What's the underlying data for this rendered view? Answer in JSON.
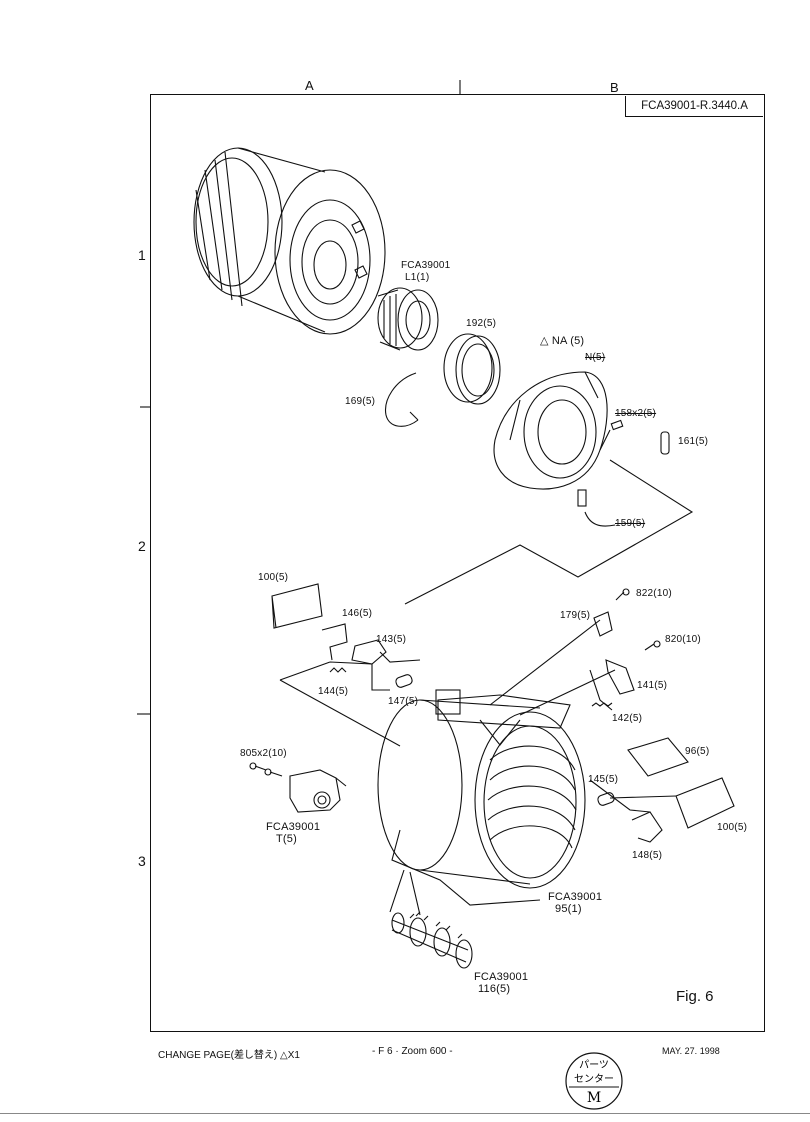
{
  "document_id": "FCA39001-R.3440.A",
  "grid": {
    "columns": [
      "A",
      "B"
    ],
    "rows": [
      "1",
      "2",
      "3"
    ]
  },
  "figure_label": "Fig. 6",
  "parts": {
    "l1_code": "FCA39001",
    "l1_qty": "L1(1)",
    "p192": "192(5)",
    "na": "△ NA (5)",
    "n": "N(5)",
    "p169": "169(5)",
    "p158": "158x2(5)",
    "p161": "161(5)",
    "p159": "159(5)",
    "p100a": "100(5)",
    "p146": "146(5)",
    "p143": "143(5)",
    "p144": "144(5)",
    "p147": "147(5)",
    "p822": "822(10)",
    "p179": "179(5)",
    "p820": "820(10)",
    "p141": "141(5)",
    "p142": "142(5)",
    "p805": "805x2(10)",
    "t_code": "FCA39001",
    "t_qty": "T(5)",
    "p96": "96(5)",
    "p145": "145(5)",
    "p100b": "100(5)",
    "p148": "148(5)",
    "p95_code": "FCA39001",
    "p95_qty": "95(1)",
    "p116_code": "FCA39001",
    "p116_qty": "116(5)"
  },
  "footer": {
    "change_page": "CHANGE PAGE(差し替え) △X1",
    "page_code": "- F 6 · Zoom 600 -",
    "date": "MAY. 27. 1998"
  },
  "stamp": {
    "line1": "パーツ",
    "line2": "センター",
    "line3": "M"
  }
}
